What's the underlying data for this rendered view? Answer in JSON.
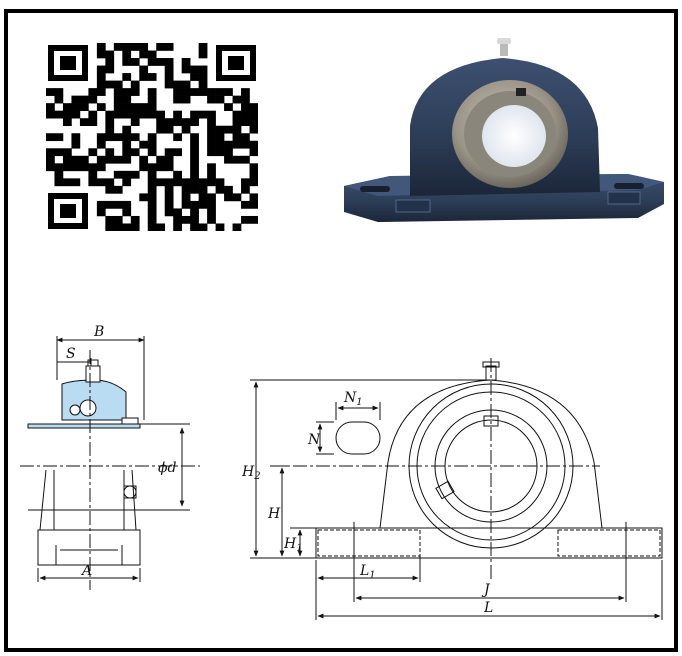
{
  "qr_code": {
    "icon": "qr-code-icon"
  },
  "product_photo": {
    "icon": "pillow-block-bearing-photo",
    "housing_color": "#2b3c55",
    "insert_color": "#9a9488"
  },
  "drawing": {
    "accent_color": "#b9dcf2",
    "side_view_labels": {
      "B": "B",
      "S": "S",
      "d_symbol": "ϕ",
      "d": "d",
      "A": "A"
    },
    "front_view_labels": {
      "N1_main": "N",
      "N1_sub": "1",
      "N": "N",
      "H2_main": "H",
      "H2_sub": "2",
      "H": "H",
      "H1_main": "H",
      "H1_sub": "1",
      "L1_main": "L",
      "L1_sub": "1",
      "J": "J",
      "L": "L"
    }
  }
}
